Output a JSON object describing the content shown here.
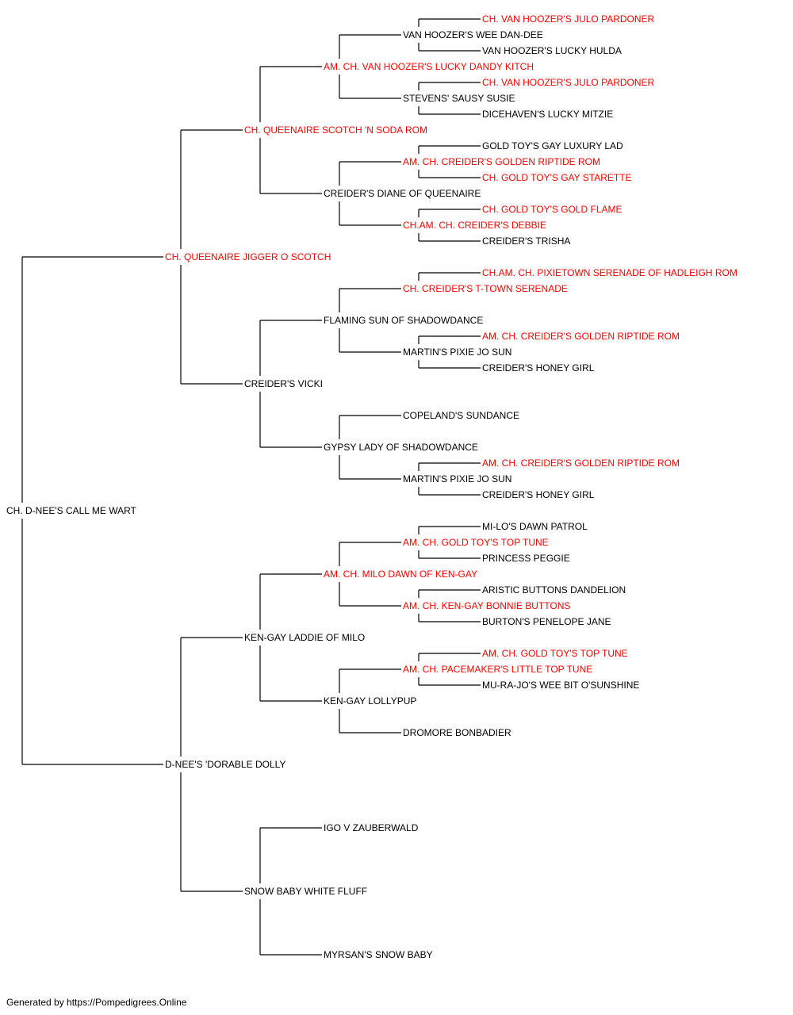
{
  "colors": {
    "champion": "#ff0000",
    "normal": "#000000",
    "line": "#000000"
  },
  "tree": {
    "name": "CH. D-NEE'S CALL ME WART",
    "champion": false,
    "sire": {
      "name": "CH. QUEENAIRE JIGGER O SCOTCH",
      "champion": true,
      "sire": {
        "name": "CH. QUEENAIRE SCOTCH 'N SODA ROM",
        "champion": true,
        "sire": {
          "name": "AM. CH. VAN HOOZER'S LUCKY DANDY KITCH",
          "champion": true,
          "sire": {
            "name": "VAN HOOZER'S WEE DAN-DEE",
            "champion": false,
            "sire": {
              "name": "CH. VAN HOOZER'S JULO PARDONER",
              "champion": true
            },
            "dam": {
              "name": "VAN HOOZER'S LUCKY HULDA",
              "champion": false
            }
          },
          "dam": {
            "name": "STEVENS' SAUSY SUSIE",
            "champion": false,
            "sire": {
              "name": "CH. VAN HOOZER'S JULO PARDONER",
              "champion": true
            },
            "dam": {
              "name": "DICEHAVEN'S LUCKY MITZIE",
              "champion": false
            }
          }
        },
        "dam": {
          "name": "CREIDER'S DIANE OF QUEENAIRE",
          "champion": false,
          "sire": {
            "name": "AM. CH. CREIDER'S GOLDEN RIPTIDE ROM",
            "champion": true,
            "sire": {
              "name": "GOLD TOY'S GAY LUXURY LAD",
              "champion": false
            },
            "dam": {
              "name": "CH. GOLD TOY'S GAY STARETTE",
              "champion": true
            }
          },
          "dam": {
            "name": "CH.AM. CH. CREIDER'S DEBBIE",
            "champion": true,
            "sire": {
              "name": "CH. GOLD TOY'S GOLD FLAME",
              "champion": true
            },
            "dam": {
              "name": "CREIDER'S TRISHA",
              "champion": false
            }
          }
        }
      },
      "dam": {
        "name": "CREIDER'S VICKI",
        "champion": false,
        "sire": {
          "name": "FLAMING SUN OF SHADOWDANCE",
          "champion": false,
          "sire": {
            "name": "CH. CREIDER'S T-TOWN SERENADE",
            "champion": true,
            "sire": {
              "name": "CH.AM. CH. PIXIETOWN SERENADE OF HADLEIGH ROM",
              "champion": true
            }
          },
          "dam": {
            "name": "MARTIN'S PIXIE JO SUN",
            "champion": false,
            "sire": {
              "name": "AM. CH. CREIDER'S GOLDEN RIPTIDE ROM",
              "champion": true
            },
            "dam": {
              "name": "CREIDER'S HONEY GIRL",
              "champion": false
            }
          }
        },
        "dam": {
          "name": "GYPSY LADY OF SHADOWDANCE",
          "champion": false,
          "sire": {
            "name": "COPELAND'S SUNDANCE",
            "champion": false
          },
          "dam": {
            "name": "MARTIN'S PIXIE JO SUN",
            "champion": false,
            "sire": {
              "name": "AM. CH. CREIDER'S GOLDEN RIPTIDE ROM",
              "champion": true
            },
            "dam": {
              "name": "CREIDER'S HONEY GIRL",
              "champion": false
            }
          }
        }
      }
    },
    "dam": {
      "name": "D-NEE'S 'DORABLE DOLLY",
      "champion": false,
      "sire": {
        "name": "KEN-GAY LADDIE OF MILO",
        "champion": false,
        "sire": {
          "name": "AM. CH. MILO DAWN OF KEN-GAY",
          "champion": true,
          "sire": {
            "name": "AM. CH. GOLD TOY'S TOP TUNE",
            "champion": true,
            "sire": {
              "name": "MI-LO'S DAWN PATROL",
              "champion": false
            },
            "dam": {
              "name": "PRINCESS PEGGIE",
              "champion": false
            }
          },
          "dam": {
            "name": "AM. CH. KEN-GAY BONNIE BUTTONS",
            "champion": true,
            "sire": {
              "name": "ARISTIC BUTTONS DANDELION",
              "champion": false
            },
            "dam": {
              "name": "BURTON'S PENELOPE JANE",
              "champion": false
            }
          }
        },
        "dam": {
          "name": "KEN-GAY LOLLYPUP",
          "champion": false,
          "sire": {
            "name": "AM. CH. PACEMAKER'S LITTLE TOP TUNE",
            "champion": true,
            "sire": {
              "name": "AM. CH. GOLD TOY'S TOP TUNE",
              "champion": true
            },
            "dam": {
              "name": "MU-RA-JO'S WEE BIT O'SUNSHINE",
              "champion": false
            }
          },
          "dam": {
            "name": "DROMORE BONBADIER",
            "champion": false
          }
        }
      },
      "dam": {
        "name": "SNOW BABY WHITE FLUFF",
        "champion": false,
        "sire": {
          "name": "IGO V ZAUBERWALD",
          "champion": false
        },
        "dam": {
          "name": "MYRSAN'S SNOW BABY",
          "champion": false
        }
      }
    }
  },
  "footer": {
    "text": "Generated by https://Pompedigrees.Online"
  }
}
